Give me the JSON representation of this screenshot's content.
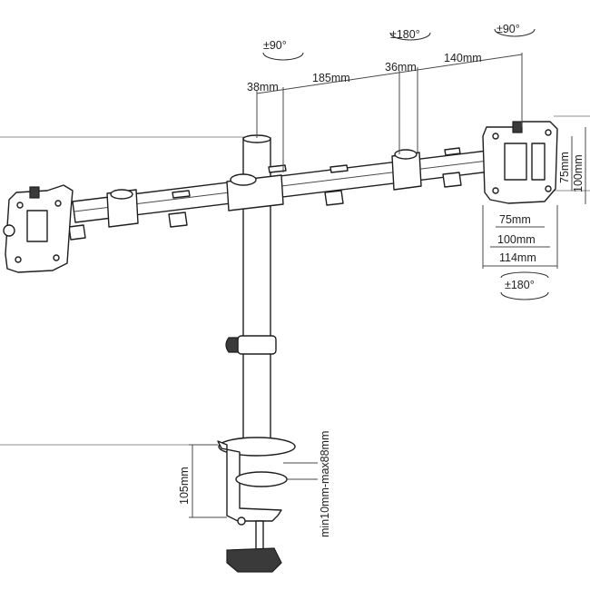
{
  "rotations": {
    "left_arm_swivel": "±90°",
    "center_arm_swivel": "±180°",
    "right_tilt": "±90°",
    "right_rotate": "±180°"
  },
  "arm_dimensions": {
    "d1": "38mm",
    "d2": "185mm",
    "d3": "36mm",
    "d4": "140mm"
  },
  "vesa": {
    "h75": "75mm",
    "h100": "100mm",
    "h114": "114mm",
    "v75": "75mm",
    "v100": "100mm"
  },
  "clamp": {
    "height": "105mm",
    "thickness_range": "min10mm-max88mm"
  },
  "colors": {
    "line": "#1e1e1e",
    "background": "#ffffff"
  }
}
